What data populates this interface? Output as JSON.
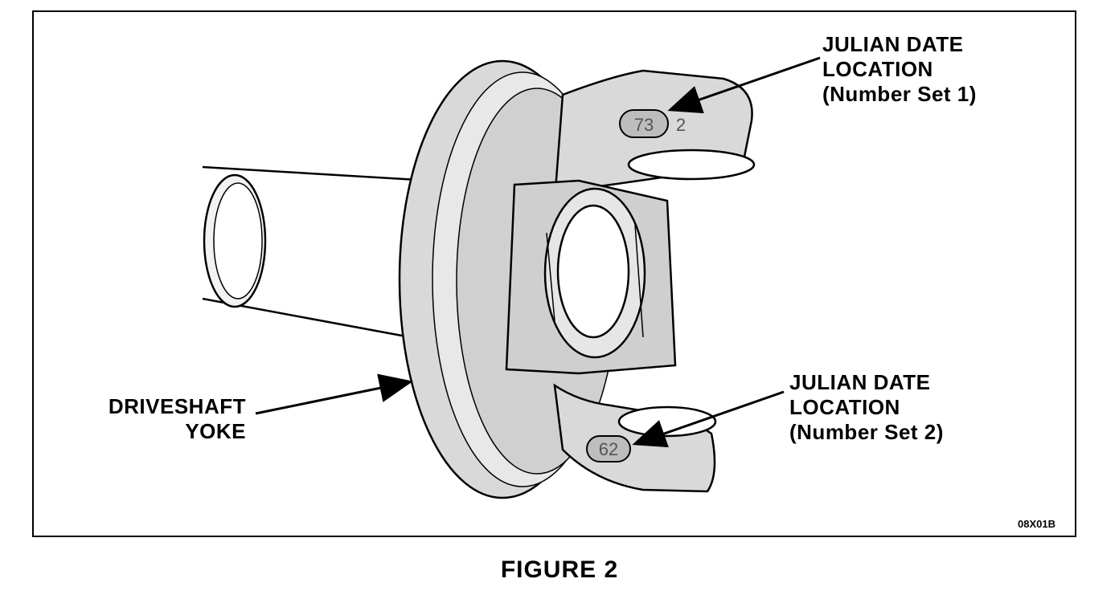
{
  "labels": {
    "julian_1": [
      "JULIAN DATE",
      "LOCATION",
      "(Number Set 1)"
    ],
    "julian_2": [
      "JULIAN DATE",
      "LOCATION",
      "(Number Set 2)"
    ],
    "yoke": [
      "DRIVESHAFT",
      "YOKE"
    ]
  },
  "stamps": {
    "set1_number": "73",
    "set1_suffix": "2",
    "set2_number": "62"
  },
  "figure_code": "08X01B",
  "caption": "FIGURE 2",
  "colors": {
    "ink": "#000000",
    "shade": "#d9d9d9",
    "light": "#eeeeee"
  }
}
